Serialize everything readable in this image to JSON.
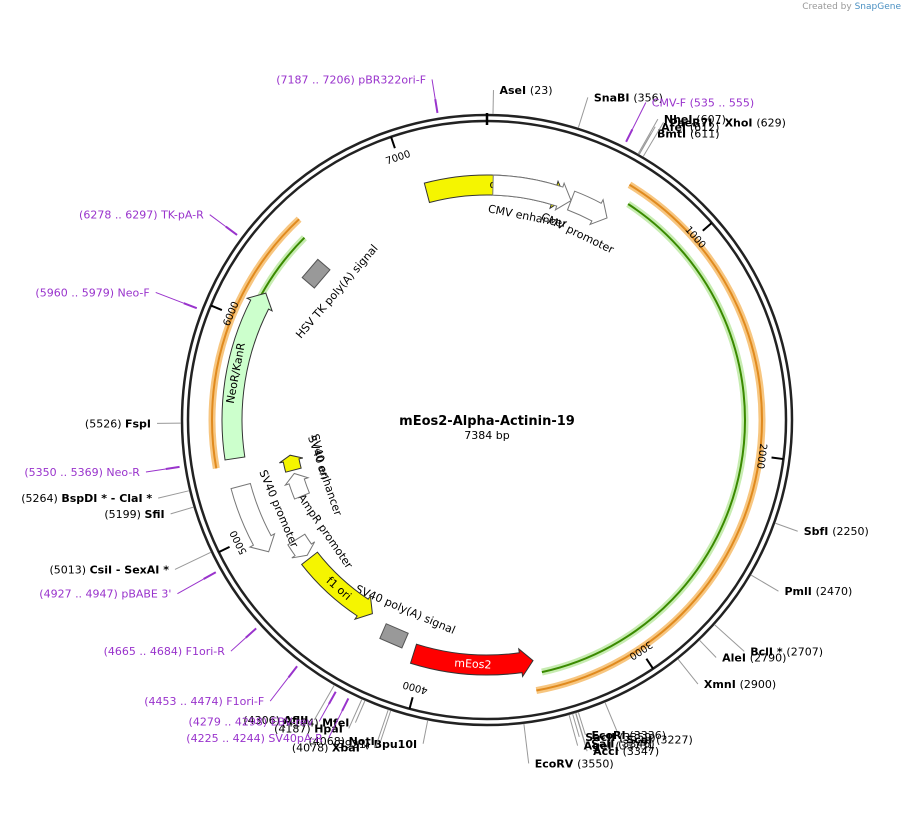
{
  "credit": {
    "prefix": "Created by",
    "brand": "SnapGene"
  },
  "plasmid": {
    "name": "mEos2-Alpha-Actinin-19",
    "length_label": "7384 bp",
    "length": 7384
  },
  "ticks": [
    {
      "pos": 1000,
      "label": "1000"
    },
    {
      "pos": 2000,
      "label": "2000"
    },
    {
      "pos": 3000,
      "label": "3000"
    },
    {
      "pos": 4000,
      "label": "4000"
    },
    {
      "pos": 5000,
      "label": "5000"
    },
    {
      "pos": 6000,
      "label": "6000"
    },
    {
      "pos": 7000,
      "label": "7000"
    }
  ],
  "sites": [
    {
      "name": "AseI",
      "pos": 23,
      "pos_label": "(23)"
    },
    {
      "name": "SnaBI",
      "pos": 356,
      "pos_label": "(356)"
    },
    {
      "name": "NheI",
      "pos": 607,
      "pos_label": "(607)"
    },
    {
      "name": "BmtI",
      "pos": 611,
      "pos_label": "(611)"
    },
    {
      "name": "AfeI",
      "pos": 612,
      "pos_label": "(612)"
    },
    {
      "name": "PaeR7I",
      "extra": "- XhoI",
      "pos": 629,
      "pos_label": "(629)"
    },
    {
      "name": "SbfI",
      "pos": 2250,
      "pos_label": "(2250)"
    },
    {
      "name": "PmlI",
      "pos": 2470,
      "pos_label": "(2470)"
    },
    {
      "name": "BclI *",
      "pos": 2707,
      "pos_label": "(2707)"
    },
    {
      "name": "AleI",
      "pos": 2790,
      "pos_label": "(2790)"
    },
    {
      "name": "XmnI",
      "pos": 2900,
      "pos_label": "(2900)"
    },
    {
      "name": "ScaI",
      "pos": 3227,
      "pos_label": "(3227)"
    },
    {
      "name": "EcoRI",
      "pos": 3336,
      "pos_label": "(3336)"
    },
    {
      "name": "SalI",
      "pos": 3346,
      "pos_label": "(3346)"
    },
    {
      "name": "AccI",
      "pos": 3347,
      "pos_label": "(3347)"
    },
    {
      "name": "SacII",
      "pos": 3359,
      "pos_label": "(3359)"
    },
    {
      "name": "AgeI",
      "pos": 3373,
      "pos_label": "(3373)"
    },
    {
      "name": "EcoRV",
      "pos": 3550,
      "pos_label": "(3550)"
    },
    {
      "name": "Bpu10I",
      "pos": 3921,
      "pos_label": "(3921)"
    },
    {
      "name": "NotI",
      "pos": 4068,
      "pos_label": "(4068)"
    },
    {
      "name": "XbaI *",
      "pos": 4078,
      "pos_label": "(4078)"
    },
    {
      "name": "MfeI",
      "pos": 4174,
      "pos_label": "(4174)"
    },
    {
      "name": "HpaI",
      "pos": 4187,
      "pos_label": "(4187)"
    },
    {
      "name": "AflII",
      "pos": 4306,
      "pos_label": "(4306)"
    },
    {
      "name": "SfiI",
      "pos": 5199,
      "pos_label": "(5199)"
    },
    {
      "name": "BspDI *",
      "extra": "- ClaI *",
      "pos": 5264,
      "pos_label": "(5264)"
    },
    {
      "name": "CsiI",
      "extra": "- SexAI *",
      "pos": 5013,
      "pos_label": "(5013)"
    },
    {
      "name": "FspI",
      "pos": 5526,
      "pos_label": "(5526)"
    }
  ],
  "primers": [
    {
      "name": "pBR322ori-F",
      "range": "(7187 .. 7206)",
      "pos": 7196
    },
    {
      "name": "CMV-F",
      "range": "(535 .. 555)",
      "pos": 545
    },
    {
      "name": "TK-pA-R",
      "range": "(6278 .. 6297)",
      "pos": 6287
    },
    {
      "name": "Neo-F",
      "range": "(5960 .. 5979)",
      "pos": 5970
    },
    {
      "name": "Neo-R",
      "range": "(5350 .. 5369)",
      "pos": 5360
    },
    {
      "name": "pBABE 3'",
      "range": "(4927 .. 4947)",
      "pos": 4937
    },
    {
      "name": "F1ori-R",
      "range": "(4665 .. 4684)",
      "pos": 4675
    },
    {
      "name": "F1ori-F",
      "range": "(4453 .. 4474)",
      "pos": 4464
    },
    {
      "name": "EBV-rev",
      "range": "(4279 .. 4298)",
      "pos": 4289
    },
    {
      "name": "SV40pA-R",
      "range": "(4225 .. 4244)",
      "pos": 4235
    }
  ],
  "features": [
    {
      "name": "ori",
      "start": 7080,
      "end": 400,
      "color": "#f5f500"
    },
    {
      "name": "CMV enhancer",
      "start": 30,
      "end": 430,
      "color": "#ffffff"
    },
    {
      "name": "CMV promoter",
      "start": 430,
      "end": 630,
      "color": "#ffffff"
    },
    {
      "name": "mEos2",
      "start": 3470,
      "end": 4050,
      "color": "#ff0000"
    },
    {
      "name": "SV40 poly(A) signal",
      "start": 4100,
      "end": 4240,
      "color": "#999999"
    },
    {
      "name": "f1 ori",
      "start": 4320,
      "end": 4760,
      "color": "#f5f500"
    },
    {
      "name": "AmpR promoter",
      "start": 4780,
      "end": 4880,
      "color": "#ffffff"
    },
    {
      "name": "SV40 promoter",
      "start": 4900,
      "end": 5230,
      "color": "#ffffff"
    },
    {
      "name": "SV40 enhancer",
      "start": 5080,
      "end": 5220,
      "color": "#ffffff"
    },
    {
      "name": "SV40 ori",
      "start": 5240,
      "end": 5330,
      "color": "#f5f500"
    },
    {
      "name": "NeoR/KanR",
      "start": 5360,
      "end": 6150,
      "color": "#ccffcc"
    },
    {
      "name": "HSV TK poly(A) signal",
      "start": 6330,
      "end": 6410,
      "color": "#999999"
    }
  ],
  "orfs": [
    {
      "name": "alpha-actinin ORF",
      "start": 640,
      "end": 3480
    },
    {
      "name": "neo ORF",
      "start": 5330,
      "end": 6500
    }
  ],
  "colors": {
    "enzyme": "#000000",
    "primer": "#9933cc",
    "backbone": "#222222",
    "orf_orange": "#e08a1e",
    "orf_green": "#3a8a00"
  }
}
